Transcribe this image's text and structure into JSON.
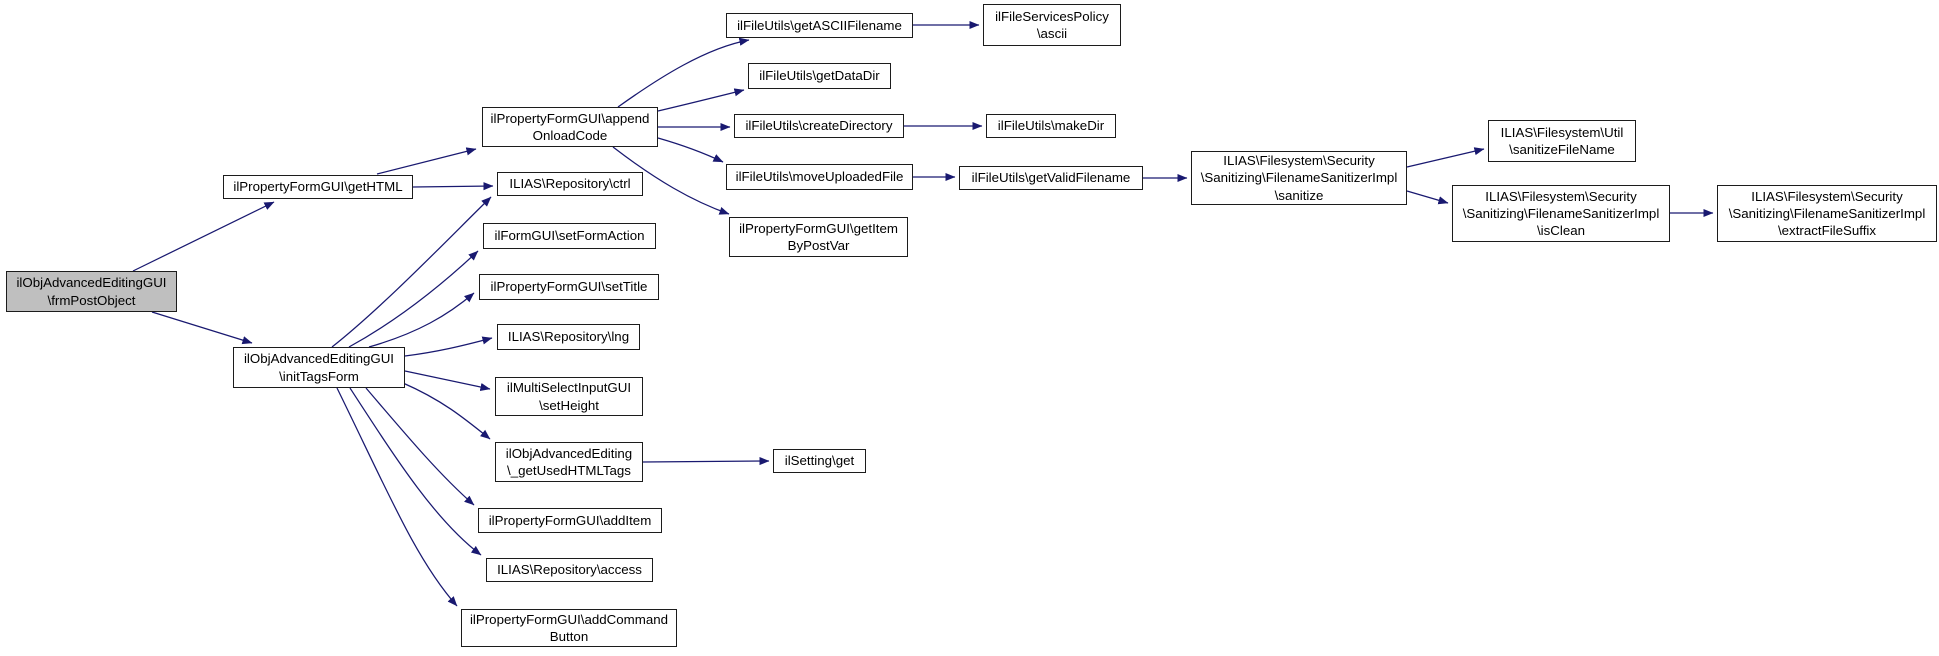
{
  "diagram": {
    "type": "call-graph",
    "colors": {
      "background": "#ffffff",
      "edge": "#191970",
      "node_border": "#1c1c1c",
      "node_fill": "#ffffff",
      "highlighted_node_fill": "#bfbfbf",
      "text": "#000000"
    },
    "nodes": {
      "frm_post_object": {
        "label": "ilObjAdvancedEditingGUI\n\\frmPostObject",
        "highlighted": true
      },
      "get_html": {
        "label": "ilPropertyFormGUI\\getHTML"
      },
      "init_tags_form": {
        "label": "ilObjAdvancedEditingGUI\n\\initTagsForm"
      },
      "append_onload_code": {
        "label": "ilPropertyFormGUI\\append\nOnloadCode"
      },
      "ctrl": {
        "label": "ILIAS\\Repository\\ctrl"
      },
      "set_form_action": {
        "label": "ilFormGUI\\setFormAction"
      },
      "set_title": {
        "label": "ilPropertyFormGUI\\setTitle"
      },
      "lng": {
        "label": "ILIAS\\Repository\\lng"
      },
      "set_height": {
        "label": "ilMultiSelectInputGUI\n\\setHeight"
      },
      "get_used_html_tags": {
        "label": "ilObjAdvancedEditing\n\\_getUsedHTMLTags"
      },
      "add_item": {
        "label": "ilPropertyFormGUI\\addItem"
      },
      "access": {
        "label": "ILIAS\\Repository\\access"
      },
      "add_command_button": {
        "label": "ilPropertyFormGUI\\addCommand\nButton"
      },
      "get_ascii_filename": {
        "label": "ilFileUtils\\getASCIIFilename"
      },
      "ascii": {
        "label": "ilFileServicesPolicy\n\\ascii"
      },
      "get_data_dir": {
        "label": "ilFileUtils\\getDataDir"
      },
      "create_directory": {
        "label": "ilFileUtils\\createDirectory"
      },
      "make_dir": {
        "label": "ilFileUtils\\makeDir"
      },
      "move_uploaded_file": {
        "label": "ilFileUtils\\moveUploadedFile"
      },
      "get_valid_filename": {
        "label": "ilFileUtils\\getValidFilename"
      },
      "get_item_by_post_var": {
        "label": "ilPropertyFormGUI\\getItem\nByPostVar"
      },
      "sanitize": {
        "label": "ILIAS\\Filesystem\\Security\n\\Sanitizing\\FilenameSanitizerImpl\n\\sanitize"
      },
      "sanitize_file_name": {
        "label": "ILIAS\\Filesystem\\Util\n\\sanitizeFileName"
      },
      "is_clean": {
        "label": "ILIAS\\Filesystem\\Security\n\\Sanitizing\\FilenameSanitizerImpl\n\\isClean"
      },
      "extract_file_suffix": {
        "label": "ILIAS\\Filesystem\\Security\n\\Sanitizing\\FilenameSanitizerImpl\n\\extractFileSuffix"
      },
      "setting_get": {
        "label": "ilSetting\\get"
      }
    },
    "edges": [
      {
        "from": "frm_post_object",
        "to": "get_html"
      },
      {
        "from": "frm_post_object",
        "to": "init_tags_form"
      },
      {
        "from": "get_html",
        "to": "append_onload_code"
      },
      {
        "from": "get_html",
        "to": "ctrl"
      },
      {
        "from": "init_tags_form",
        "to": "ctrl"
      },
      {
        "from": "init_tags_form",
        "to": "set_form_action"
      },
      {
        "from": "init_tags_form",
        "to": "set_title"
      },
      {
        "from": "init_tags_form",
        "to": "lng"
      },
      {
        "from": "init_tags_form",
        "to": "set_height"
      },
      {
        "from": "init_tags_form",
        "to": "get_used_html_tags"
      },
      {
        "from": "init_tags_form",
        "to": "add_item"
      },
      {
        "from": "init_tags_form",
        "to": "access"
      },
      {
        "from": "init_tags_form",
        "to": "add_command_button"
      },
      {
        "from": "append_onload_code",
        "to": "get_ascii_filename"
      },
      {
        "from": "append_onload_code",
        "to": "get_data_dir"
      },
      {
        "from": "append_onload_code",
        "to": "create_directory"
      },
      {
        "from": "append_onload_code",
        "to": "move_uploaded_file"
      },
      {
        "from": "append_onload_code",
        "to": "get_item_by_post_var"
      },
      {
        "from": "get_ascii_filename",
        "to": "ascii"
      },
      {
        "from": "create_directory",
        "to": "make_dir"
      },
      {
        "from": "move_uploaded_file",
        "to": "get_valid_filename"
      },
      {
        "from": "get_valid_filename",
        "to": "sanitize"
      },
      {
        "from": "sanitize",
        "to": "sanitize_file_name"
      },
      {
        "from": "sanitize",
        "to": "is_clean"
      },
      {
        "from": "is_clean",
        "to": "extract_file_suffix"
      },
      {
        "from": "get_used_html_tags",
        "to": "setting_get"
      }
    ]
  }
}
